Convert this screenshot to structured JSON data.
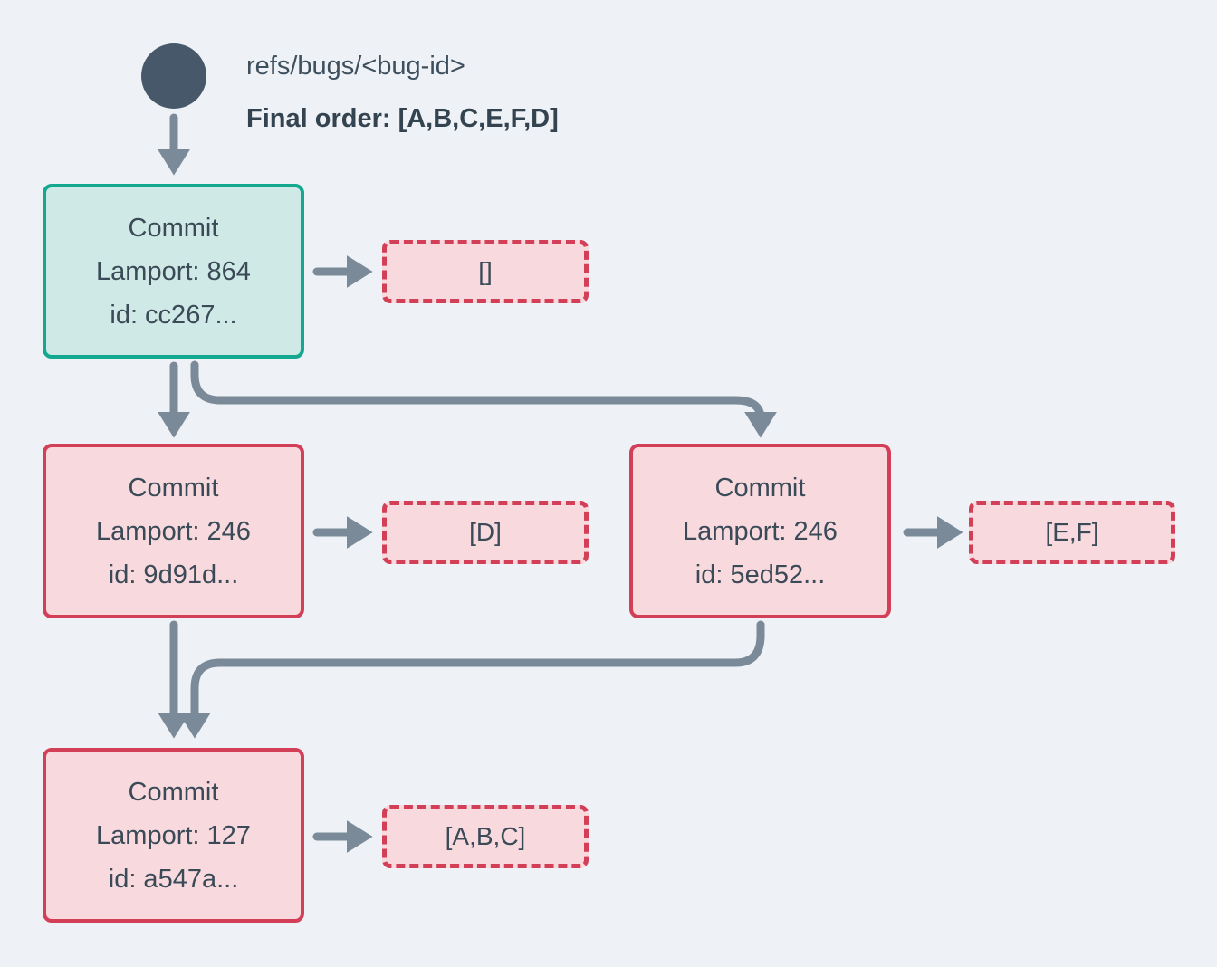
{
  "colors": {
    "background": "#eef1f5",
    "arrow": "#7b8a99",
    "text_dark": "#3a4a57",
    "ref_circle": "#46586a",
    "head_node_border": "#14a890",
    "head_node_fill": "#cfe9e6",
    "commit_node_border": "#d23f57",
    "commit_node_fill": "#f8dade"
  },
  "header": {
    "ref_name": "refs/bugs/<bug-id>",
    "final_order": "Final order: [A,B,C,E,F,D]"
  },
  "commits": {
    "head": {
      "title": "Commit",
      "lamport": "Lamport: 864",
      "id": "id: cc267...",
      "operations": "[]"
    },
    "left": {
      "title": "Commit",
      "lamport": "Lamport: 246",
      "id": "id: 9d91d...",
      "operations": "[D]"
    },
    "right": {
      "title": "Commit",
      "lamport": "Lamport: 246",
      "id": "id: 5ed52...",
      "operations": "[E,F]"
    },
    "bottom": {
      "title": "Commit",
      "lamport": "Lamport: 127",
      "id": "id: a547a...",
      "operations": "[A,B,C]"
    }
  }
}
